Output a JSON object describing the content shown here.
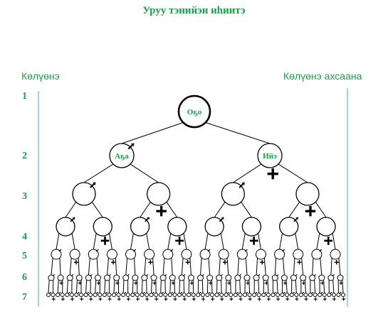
{
  "title": "Уруу тэнийэн иһиитэ",
  "left_label": "Көлүөнэ",
  "right_label": "Көлүөнэ ахсаана",
  "generations": [
    "1",
    "2",
    "3",
    "4",
    "5",
    "6",
    "7"
  ],
  "root": {
    "label": "Оҕо"
  },
  "level2": [
    {
      "label": "Аҕа",
      "sex": "male"
    },
    {
      "label": "Ийэ",
      "sex": "female"
    }
  ],
  "colors": {
    "accent": "#1e9e4a",
    "line": "#000000",
    "axis": "#5b9bd5"
  },
  "symbols": {
    "male": "♂",
    "female": "+"
  }
}
